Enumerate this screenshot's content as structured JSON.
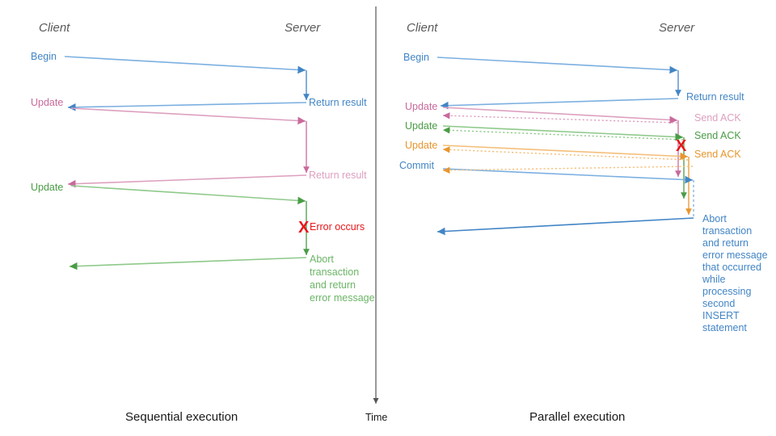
{
  "colors": {
    "blue": "#4285c5",
    "blue_light": "#7bafe0",
    "pink": "#c9699c",
    "pink_light": "#ddA0bf",
    "green": "#4a9c45",
    "green_light": "#8ec98a",
    "orange": "#e8962e",
    "orange_light": "#f4bf7a",
    "red": "#e8161a",
    "axis": "#555555",
    "lane": "#5a5a5a",
    "caption": "#1a1a1a"
  },
  "time_axis": {
    "label": "Time"
  },
  "panels": [
    {
      "id": "sequential",
      "caption": "Sequential execution",
      "lanes": {
        "client": "Client",
        "server": "Server"
      },
      "left_labels": [
        {
          "text": "Begin",
          "color": "blue"
        },
        {
          "text": "Update",
          "color": "pink"
        },
        {
          "text": "Update",
          "color": "green"
        }
      ],
      "right_labels": [
        {
          "text": "Return result",
          "color": "blue"
        },
        {
          "text": "Return result",
          "color": "pink"
        },
        {
          "text": "Error occurs",
          "color": "red"
        }
      ],
      "note": {
        "color": "green",
        "lines": [
          "Abort",
          "transaction",
          "and return",
          "error message"
        ]
      },
      "error_marker": "X"
    },
    {
      "id": "parallel",
      "caption": "Parallel execution",
      "lanes": {
        "client": "Client",
        "server": "Server"
      },
      "left_labels": [
        {
          "text": "Begin",
          "color": "blue"
        },
        {
          "text": "Update",
          "color": "pink"
        },
        {
          "text": "Update",
          "color": "green"
        },
        {
          "text": "Update",
          "color": "orange"
        },
        {
          "text": "Commit",
          "color": "blue"
        }
      ],
      "right_labels": [
        {
          "text": "Return result",
          "color": "blue"
        },
        {
          "text": "Send ACK",
          "color": "pink"
        },
        {
          "text": "Send ACK",
          "color": "green"
        },
        {
          "text": "Send ACK",
          "color": "orange"
        }
      ],
      "note": {
        "color": "blue",
        "lines": [
          "Abort",
          "transaction",
          "and return",
          "error message",
          "that occurred",
          "while",
          "processing",
          "second",
          "INSERT",
          "statement"
        ]
      },
      "error_marker": "X"
    }
  ]
}
